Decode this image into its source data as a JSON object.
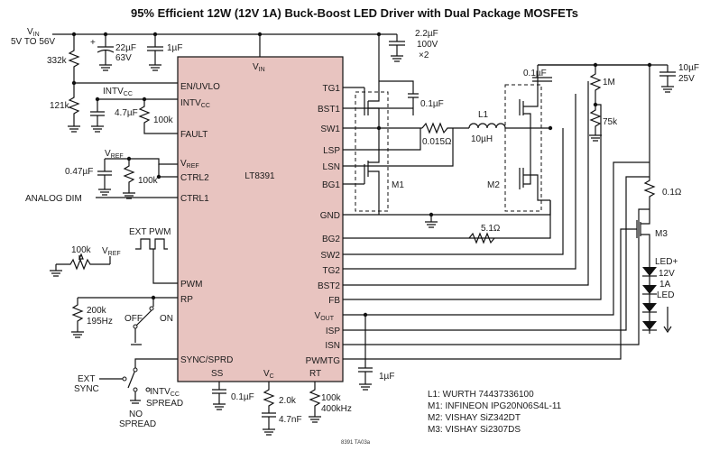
{
  "title": "95% Efficient 12W (12V 1A) Buck-Boost LED Driver with Dual Package MOSFETs",
  "supply": {
    "vin_label": "V",
    "vin_sub": "IN",
    "range": "5V TO 56V"
  },
  "ic": {
    "name": "LT8391",
    "pins_left": {
      "vin": "V",
      "vin_sub": "IN",
      "en": "EN/UVLO",
      "intvcc": "INTV",
      "intvcc_sub": "CC",
      "fault": "FAULT",
      "vref": "V",
      "vref_sub": "REF",
      "ctrl2": "CTRL2",
      "ctrl1": "CTRL1",
      "pwm": "PWM",
      "rp": "RP",
      "sync": "SYNC/SPRD",
      "ss": "SS",
      "vc": "V",
      "vc_sub": "C",
      "rt": "RT"
    },
    "pins_right": {
      "tg1": "TG1",
      "bst1": "BST1",
      "sw1": "SW1",
      "lsp": "LSP",
      "lsn": "LSN",
      "bg1": "BG1",
      "gnd": "GND",
      "bg2": "BG2",
      "sw2": "SW2",
      "tg2": "TG2",
      "bst2": "BST2",
      "fb": "FB",
      "vout": "V",
      "vout_sub": "OUT",
      "isp": "ISP",
      "isn": "ISN",
      "pwmtg": "PWMTG"
    }
  },
  "components": {
    "c_in_elec": "22µF",
    "c_in_elec_v": "63V",
    "c_1u_top": "1µF",
    "c_in_ceramic": "2.2µF",
    "c_in_ceramic_v": "100V",
    "c_in_ceramic_n": "×2",
    "r_332k": "332k",
    "r_121k": "121k",
    "intvcc_label": "INTV",
    "intvcc_sub": "CC",
    "c_4u7": "4.7µF",
    "r_100k_fault": "100k",
    "vref_label": "V",
    "vref_sub": "REF",
    "c_0u47": "0.47µF",
    "r_100k_ctrl2": "100k",
    "analog_dim": "ANALOG DIM",
    "c_bst1": "0.1µF",
    "r_sense_l": "0.015Ω",
    "l1_name": "L1",
    "l1_val": "10µH",
    "m1": "M1",
    "m2": "M2",
    "c_bst2": "0.1µF",
    "r_1m": "1M",
    "r_75k": "75k",
    "c_out": "10µF",
    "c_out_v": "25V",
    "r_sense_led": "0.1Ω",
    "m3": "M3",
    "r_5u1": "5.1Ω",
    "ext_pwm": "EXT PWM",
    "pot_100k": "100k",
    "r_200k": "200k",
    "rp_freq": "195Hz",
    "off": "OFF",
    "on": "ON",
    "ext_sync": "EXT",
    "ext_sync2": "SYNC",
    "intvcc_spread": "INTV",
    "intvcc_spread_sub": "CC",
    "spread": "SPREAD",
    "no": "NO",
    "no_spread": "SPREAD",
    "c_ss": "0.1µF",
    "r_vc": "2.0k",
    "c_vc": "4.7nF",
    "r_rt": "100k",
    "rt_freq": "400kHz",
    "c_vout": "1µF",
    "led_plus": "LED+",
    "led_v": "12V",
    "led_i": "1A",
    "led_word": "LED"
  },
  "bom": [
    "L1: WURTH 74437336100",
    "M1: INFINEON IPG20N06S4L-11",
    "M2: VISHAY SiZ342DT",
    "M3: VISHAY Si2307DS"
  ],
  "figure_id": "8391 TA03a"
}
